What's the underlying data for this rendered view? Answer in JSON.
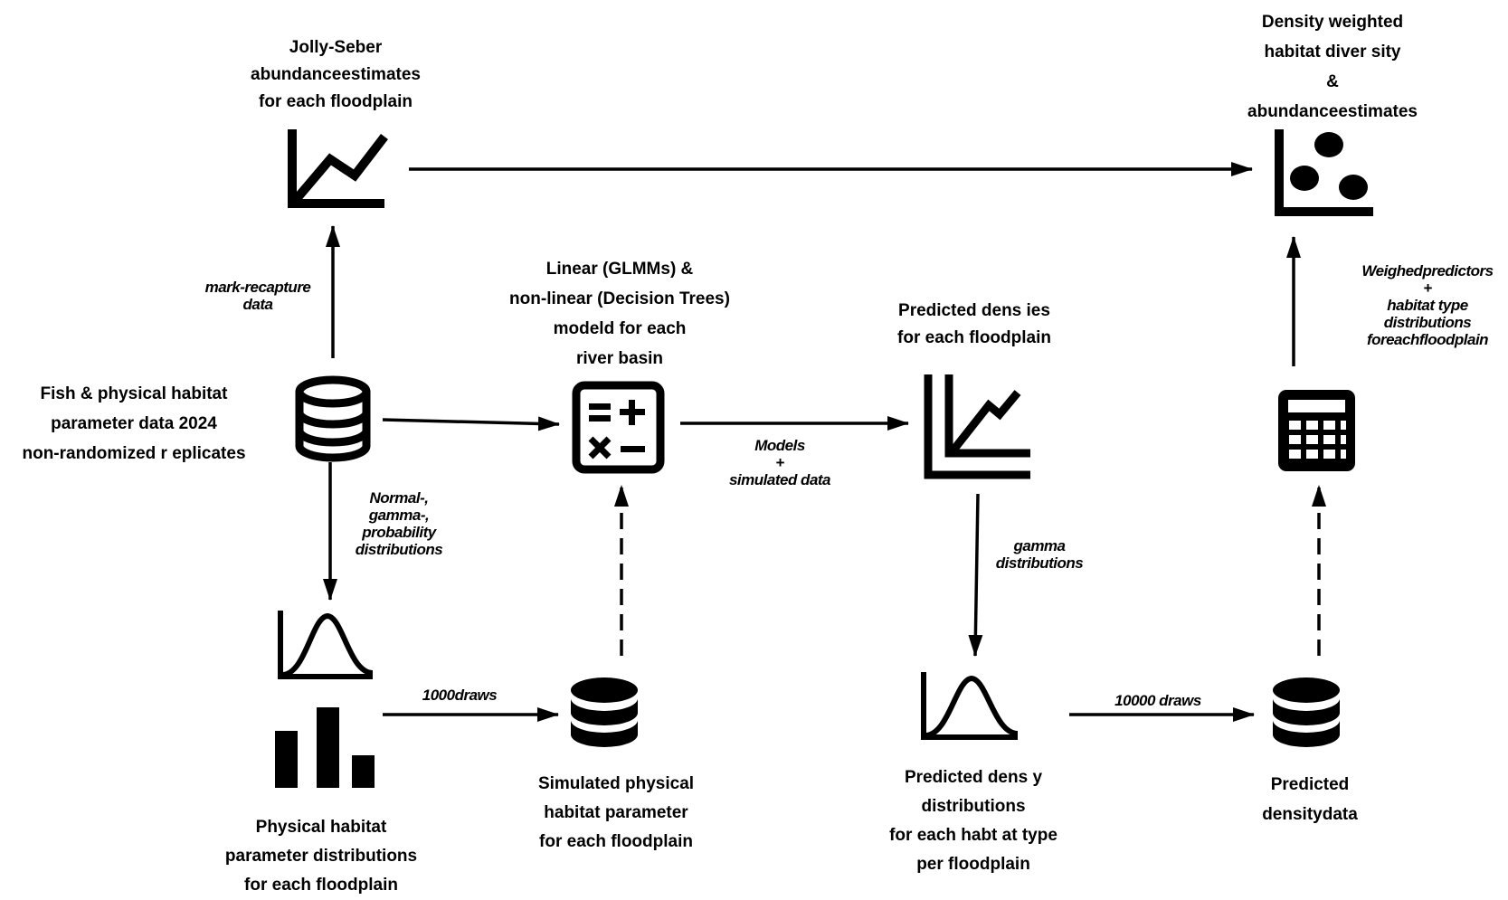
{
  "nodes": {
    "jolly_seber": [
      "Jolly-Seber",
      "abundanceestimates",
      "for each floodplain"
    ],
    "density_weighted": [
      "Density weighted",
      "habitat diver sity",
      "&",
      "abundanceestimates"
    ],
    "fish_data": [
      "Fish & physical habitat",
      "parameter data 2024",
      "non-randomized r eplicates"
    ],
    "models": [
      "Linear (GLMMs) &",
      "non-linear (Decision Trees)",
      "modeld for each",
      "river basin"
    ],
    "predicted_densities": [
      "Predicted dens ies",
      "for each floodplain"
    ],
    "physical_distributions": [
      "Physical habitat",
      "parameter distributions",
      "for each floodplain"
    ],
    "simulated": [
      "Simulated physical",
      "habitat parameter",
      "for each floodplain"
    ],
    "predicted_density_dist": [
      "Predicted dens y",
      "distributions",
      "for each habt at type",
      "per floodplain"
    ],
    "predicted_density_data": [
      "Predicted",
      "densitydata"
    ]
  },
  "edges": {
    "mark_recapture": [
      "mark-recapture",
      "data"
    ],
    "distributions": [
      "Normal-,",
      "gamma-,",
      "probability",
      "distributions"
    ],
    "models_simulated": [
      "Models",
      "+",
      "simulated data"
    ],
    "gamma": [
      "gamma",
      "distributions"
    ],
    "draws_1000": [
      "1000draws"
    ],
    "draws_10000": [
      "10000 draws"
    ],
    "weighted": [
      "Weighedpredictors",
      "+",
      "habitat type",
      "distributions",
      "foreachfloodplain"
    ]
  },
  "icons": [
    "line-chart-icon",
    "scatter-chart-icon",
    "database-icon",
    "calculator-ops-icon",
    "double-line-chart-icon",
    "bell-curve-icon",
    "bar-chart-icon",
    "database-filled-icon",
    "calculator-grid-icon"
  ],
  "colors": {
    "ink": "#000000",
    "background": "#ffffff"
  }
}
